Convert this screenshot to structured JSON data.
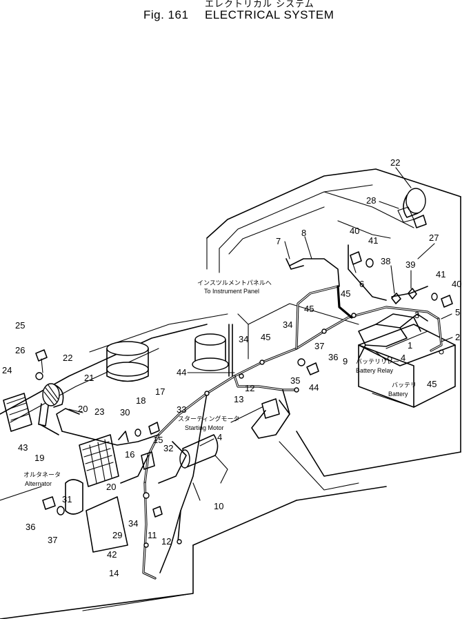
{
  "title": {
    "japanese": "エレクトリカル システム",
    "figure": "Fig. 161",
    "english": "ELECTRICAL SYSTEM"
  },
  "labels": {
    "instrument_panel_jp": "インスツルメントパネルへ",
    "instrument_panel_en": "To Instrument Panel",
    "starting_motor_jp": "スターティングモータ",
    "starting_motor_en": "Starting Motor",
    "alternator_jp": "オルタネータ",
    "alternator_en": "Alternator",
    "battery_relay_jp": "バッテリリレー",
    "battery_relay_en": "Battery Relay",
    "battery_jp": "バッテリ",
    "battery_en": "Battery"
  },
  "callouts": [
    {
      "id": "c22a",
      "text": "22"
    },
    {
      "id": "c28",
      "text": "28"
    },
    {
      "id": "c40a",
      "text": "40"
    },
    {
      "id": "c41a",
      "text": "41"
    },
    {
      "id": "c27",
      "text": "27"
    },
    {
      "id": "c7",
      "text": "7"
    },
    {
      "id": "c8",
      "text": "8"
    },
    {
      "id": "c38",
      "text": "38"
    },
    {
      "id": "c39",
      "text": "39"
    },
    {
      "id": "c41b",
      "text": "41"
    },
    {
      "id": "c40b",
      "text": "40"
    },
    {
      "id": "c6",
      "text": "6"
    },
    {
      "id": "c45a",
      "text": "45"
    },
    {
      "id": "c45b",
      "text": "45"
    },
    {
      "id": "c3",
      "text": "3"
    },
    {
      "id": "c5",
      "text": "5"
    },
    {
      "id": "c2",
      "text": "2"
    },
    {
      "id": "c34a",
      "text": "34"
    },
    {
      "id": "c34b",
      "text": "34"
    },
    {
      "id": "c45c",
      "text": "45"
    },
    {
      "id": "c1",
      "text": "1"
    },
    {
      "id": "c37a",
      "text": "37"
    },
    {
      "id": "c9",
      "text": "9"
    },
    {
      "id": "c4a",
      "text": "4"
    },
    {
      "id": "c36a",
      "text": "36"
    },
    {
      "id": "c45d",
      "text": "45"
    },
    {
      "id": "c35",
      "text": "35"
    },
    {
      "id": "c44a",
      "text": "44"
    },
    {
      "id": "c44b",
      "text": "44"
    },
    {
      "id": "c12a",
      "text": "12"
    },
    {
      "id": "c13",
      "text": "13"
    },
    {
      "id": "c25",
      "text": "25"
    },
    {
      "id": "c26",
      "text": "26"
    },
    {
      "id": "c22b",
      "text": "22"
    },
    {
      "id": "c24",
      "text": "24"
    },
    {
      "id": "c21",
      "text": "21"
    },
    {
      "id": "c20a",
      "text": "20"
    },
    {
      "id": "c18",
      "text": "18"
    },
    {
      "id": "c17",
      "text": "17"
    },
    {
      "id": "c23",
      "text": "23"
    },
    {
      "id": "c30",
      "text": "30"
    },
    {
      "id": "c33",
      "text": "33"
    },
    {
      "id": "c4b",
      "text": "4"
    },
    {
      "id": "c43",
      "text": "43"
    },
    {
      "id": "c32",
      "text": "32"
    },
    {
      "id": "c15",
      "text": "15"
    },
    {
      "id": "c19",
      "text": "19"
    },
    {
      "id": "c16",
      "text": "16"
    },
    {
      "id": "c20b",
      "text": "20"
    },
    {
      "id": "c31",
      "text": "31"
    },
    {
      "id": "c10",
      "text": "10"
    },
    {
      "id": "c36b",
      "text": "36"
    },
    {
      "id": "c37b",
      "text": "37"
    },
    {
      "id": "c29",
      "text": "29"
    },
    {
      "id": "c34c",
      "text": "34"
    },
    {
      "id": "c11",
      "text": "11"
    },
    {
      "id": "c12b",
      "text": "12"
    },
    {
      "id": "c42",
      "text": "42"
    },
    {
      "id": "c14",
      "text": "14"
    }
  ]
}
